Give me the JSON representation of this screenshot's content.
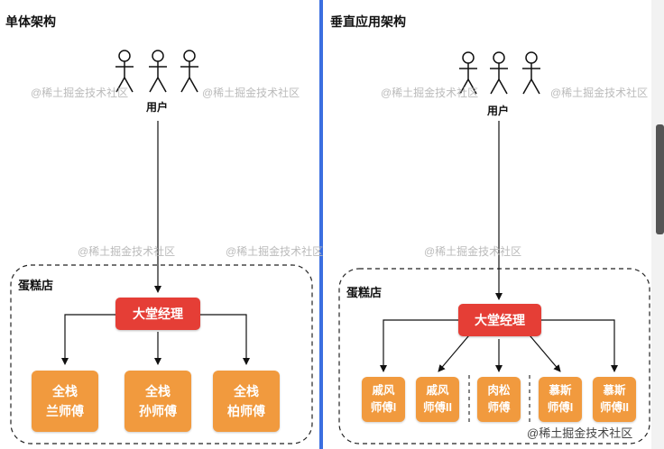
{
  "left": {
    "title": "单体架构",
    "user_label": "用户",
    "shop_label": "蛋糕店",
    "manager": "大堂经理",
    "chefs": [
      {
        "line1": "全栈",
        "line2": "兰师傅"
      },
      {
        "line1": "全栈",
        "line2": "孙师傅"
      },
      {
        "line1": "全栈",
        "line2": "柏师傅"
      }
    ]
  },
  "right": {
    "title": "垂直应用架构",
    "user_label": "用户",
    "shop_label": "蛋糕店",
    "manager": "大堂经理",
    "chefs": [
      {
        "line1": "戚风",
        "line2": "师傅I"
      },
      {
        "line1": "戚风",
        "line2": "师傅II"
      },
      {
        "line1": "肉松",
        "line2": "师傅"
      },
      {
        "line1": "慕斯",
        "line2": "师傅I"
      },
      {
        "line1": "慕斯",
        "line2": "师傅II"
      }
    ]
  },
  "watermark": "@稀土掘金技术社区",
  "colors": {
    "manager": "#e53e36",
    "chef": "#f19a3e",
    "divider": "#3b6fe0"
  }
}
